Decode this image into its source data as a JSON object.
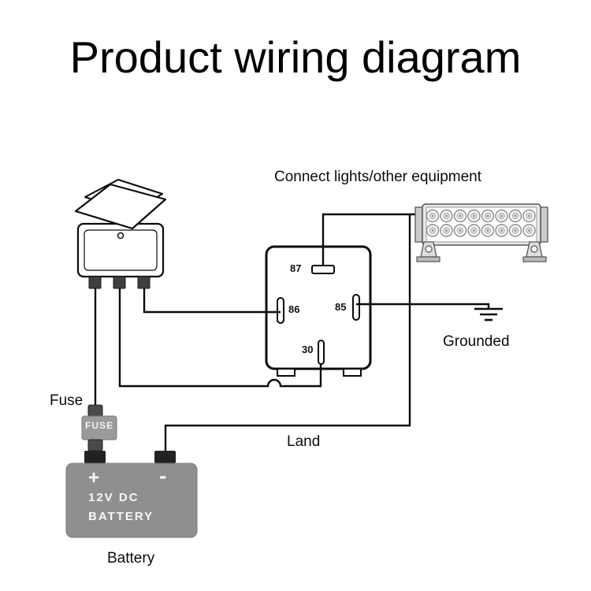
{
  "title": "Product wiring diagram",
  "labels": {
    "connect": "Connect lights/other equipment",
    "grounded": "Grounded",
    "fuse": "Fuse",
    "land": "Land",
    "battery": "Battery"
  },
  "relay": {
    "pins": {
      "p87": "87",
      "p86": "86",
      "p85": "85",
      "p30": "30"
    }
  },
  "fuse_block": {
    "text": "FUSE"
  },
  "battery": {
    "plus": "+",
    "minus": "-",
    "line1": "12V DC",
    "line2": "BATTERY"
  },
  "colors": {
    "wire": "#0a0a0a",
    "battery_gray": "#8f8f8f",
    "fuse_gray": "#9a9a9a",
    "terminal_dark": "#3f3f3f",
    "lightbar_gray": "#e8e8e8"
  }
}
